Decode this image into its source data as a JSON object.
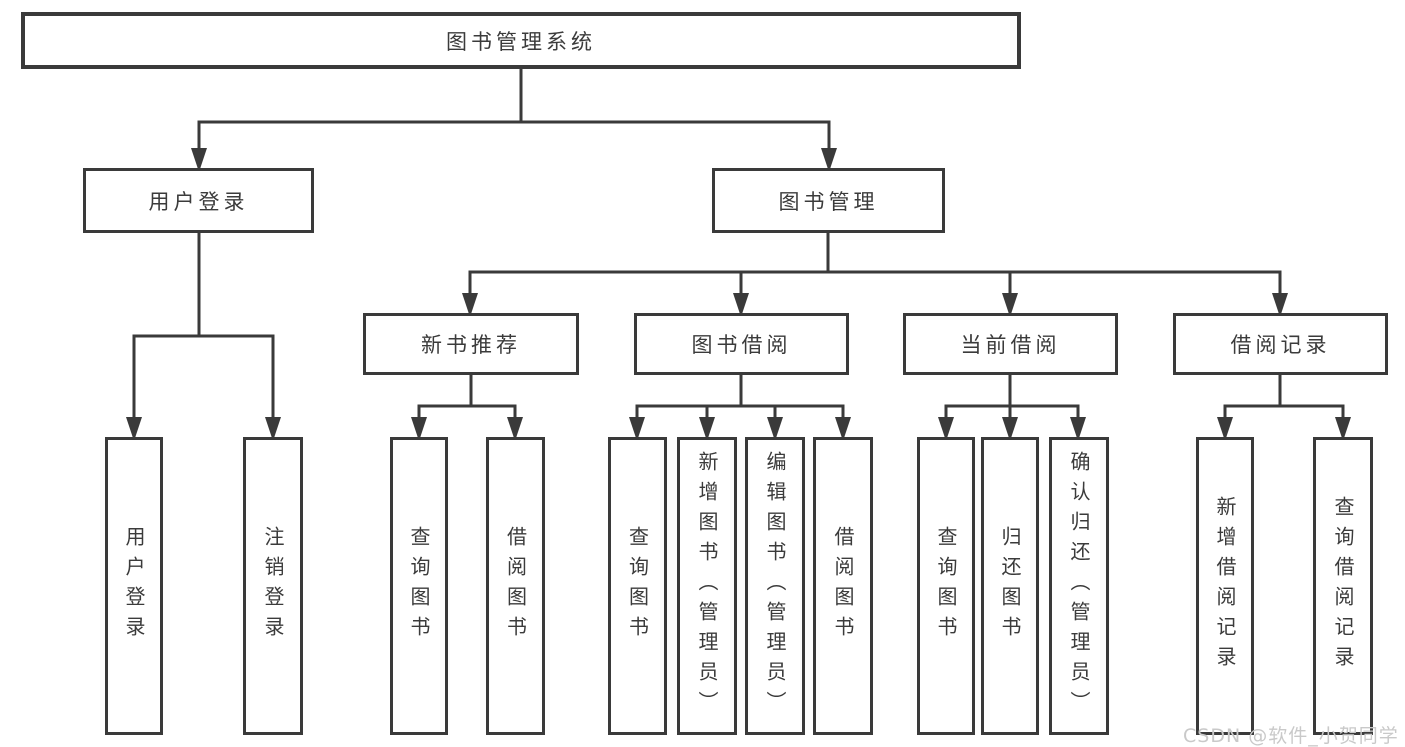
{
  "diagram": {
    "root": {
      "label": "图书管理系统"
    },
    "level2": [
      {
        "label": "用户登录"
      },
      {
        "label": "图书管理"
      }
    ],
    "level3": [
      {
        "label": "新书推荐"
      },
      {
        "label": "图书借阅"
      },
      {
        "label": "当前借阅"
      },
      {
        "label": "借阅记录"
      }
    ],
    "leaves": {
      "user_login": [
        "用户登录",
        "注销登录"
      ],
      "new_books": [
        "查询图书",
        "借阅图书"
      ],
      "book_borrow": [
        "查询图书",
        "新增图书（管理员）",
        "编辑图书（管理员）",
        "借阅图书"
      ],
      "current_borrow": [
        "查询图书",
        "归还图书",
        "确认归还（管理员）"
      ],
      "borrow_records": [
        "新增借阅记录",
        "查询借阅记录"
      ]
    }
  },
  "watermark": {
    "text": "CSDN @软件_小贺同学"
  },
  "colors": {
    "line": "#3a3a3a",
    "text": "#3b3b3b",
    "box_bg": "#ffffff",
    "watermark": "#c9c9c9",
    "background": "#ffffff"
  }
}
